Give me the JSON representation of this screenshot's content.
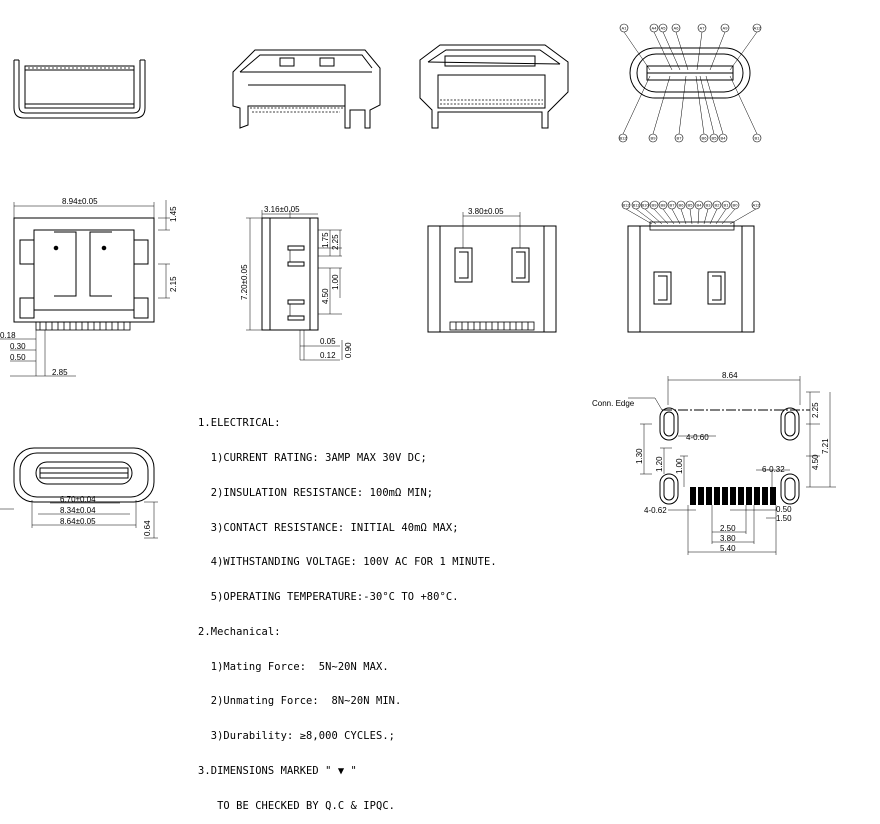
{
  "top_view": {
    "pins_top": [
      "A1",
      "A4",
      "A5",
      "A6",
      "A7",
      "A9",
      "A12"
    ],
    "pins_bottom": [
      "B12",
      "B9",
      "B7",
      "B6",
      "B5",
      "B4",
      "B1"
    ]
  },
  "side_view": {
    "pins": [
      "B12",
      "B11",
      "B10",
      "B9",
      "B8",
      "B7",
      "B6",
      "B5",
      "B4",
      "B3",
      "B2",
      "B1",
      "B0",
      "A12"
    ]
  },
  "dims": {
    "d_894": "8.94±0.05",
    "d_145": "1.45",
    "d_215": "2.15",
    "d_018": "0.18",
    "d_030": "0.30",
    "d_050": "0.50",
    "d_285": "2.85",
    "d_316": "3.16±0.05",
    "d_720": "7.20±0.05",
    "d_175": "1.75",
    "d_225": "2.25",
    "d_450": "4.50",
    "d_100": "1.00",
    "d_005": "0.05",
    "d_012": "0.12",
    "d_090": "0.90",
    "d_380": "3.80±0.05",
    "d_670": "6.70±0.04",
    "d_834": "8.34±0.04",
    "d_864": "8.64±0.05",
    "d_064": "0.64"
  },
  "footprint": {
    "conn_edge": "Conn. Edge",
    "w_864": "8.64",
    "h_225": "2.25",
    "h_721": "7.21",
    "h_450": "4.50",
    "h_130": "1.30",
    "h_120": "1.20",
    "h_100": "1.00",
    "slot_top": "4-0.60",
    "slot_bot": "4-0.62",
    "holes": "6-0.32",
    "p_050": "0.50",
    "p_150": "1.50",
    "p_250": "2.50",
    "p_380": "3.80",
    "p_540": "5.40"
  },
  "notes": [
    "1.ELECTRICAL:",
    "  1)CURRENT RATING: 3AMP MAX 30V DC;",
    "  2)INSULATION RESISTANCE: 100mΩ MIN;",
    "  3)CONTACT RESISTANCE: INITIAL 40mΩ MAX;",
    "  4)WITHSTANDING VOLTAGE: 100V AC FOR 1 MINUTE.",
    "  5)OPERATING TEMPERATURE:-30°C TO +80°C.",
    "2.Mechanical:",
    "  1)Mating Force:  5N~20N MAX.",
    "  2)Unmating Force:  8N~20N MIN.",
    "  3)Durability: ≥8,000 CYCLES.;",
    "3.DIMENSIONS MARKED \" ▼ \"",
    "   TO BE CHECKED BY Q.C & IPQC."
  ]
}
